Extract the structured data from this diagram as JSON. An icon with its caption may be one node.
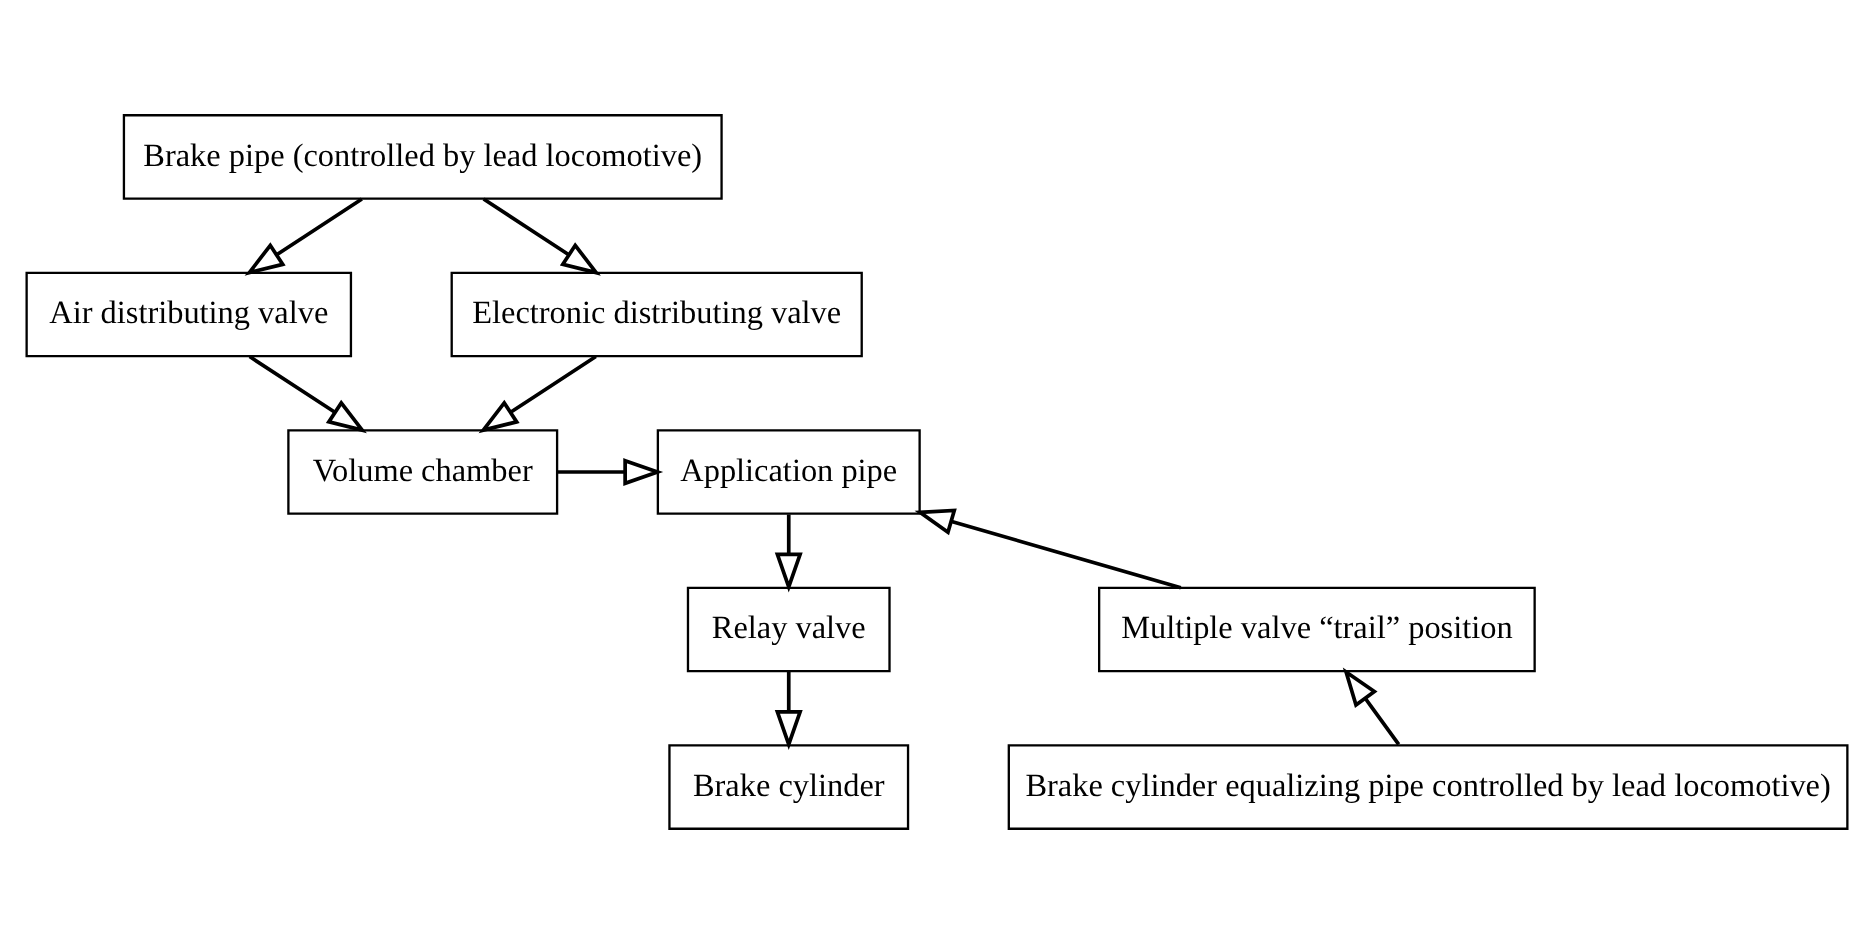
{
  "diagram": {
    "nodes": [
      {
        "text": [
          "Brake pipe (controlled by lead locomotive)"
        ]
      },
      {
        "text": [
          "Air distributing valve"
        ]
      },
      {
        "text": [
          "Electronic distributing valve"
        ]
      },
      {
        "text": [
          "Volume chamber"
        ]
      },
      {
        "text": [
          "Application pipe"
        ]
      },
      {
        "text": [
          "Multiple valve “trail” position"
        ]
      },
      {
        "text": [
          "Relay valve"
        ]
      },
      {
        "text": [
          "Brake cylinder equalizing pipe controlled by lead locomotive)"
        ]
      },
      {
        "text": [
          "Brake cylinder"
        ]
      }
    ],
    "edges": [
      {
        "from": 0,
        "to": 1,
        "arrow": "to"
      },
      {
        "from": 0,
        "to": 2,
        "arrow": "to"
      },
      {
        "from": 1,
        "to": 3,
        "arrow": "to"
      },
      {
        "from": 2,
        "to": 3,
        "arrow": "to"
      },
      {
        "from": 3,
        "to": 4,
        "arrow": "to"
      },
      {
        "from": 5,
        "to": 4,
        "arrow": "to"
      },
      {
        "from": 4,
        "to": 6,
        "arrow": "to"
      },
      {
        "from": 7,
        "to": 5,
        "arrow": "to"
      },
      {
        "from": 6,
        "to": 8,
        "arrow": "to"
      }
    ]
  }
}
